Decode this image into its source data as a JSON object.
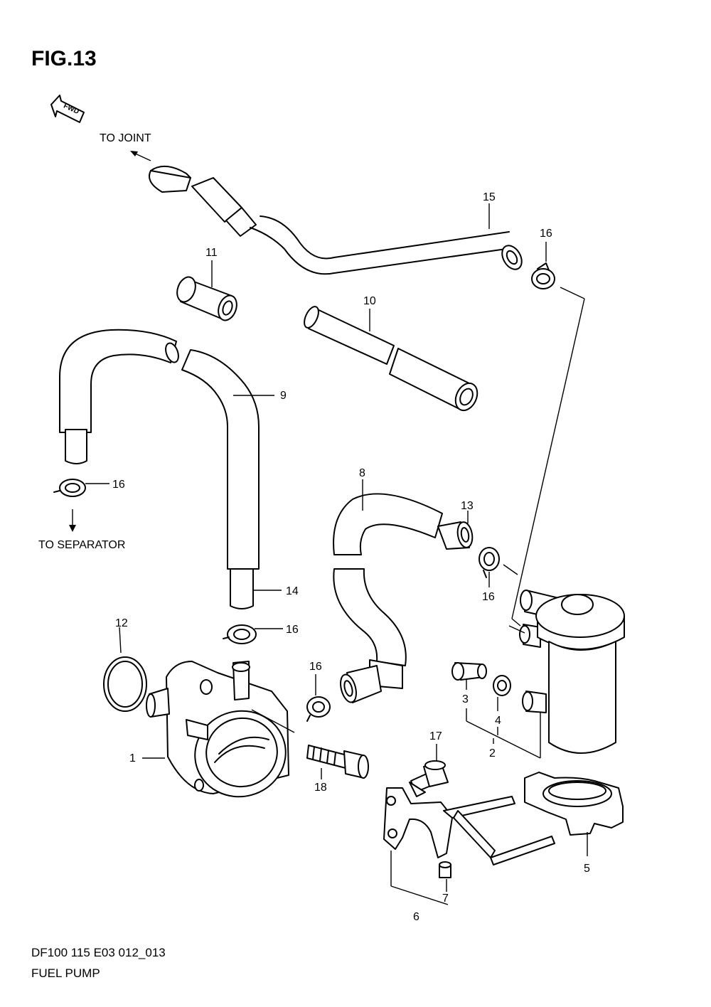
{
  "figure": {
    "number": "FIG.13",
    "fwd": "FWD"
  },
  "notes": {
    "to_joint": "TO JOINT",
    "to_separator": "TO SEPARATOR"
  },
  "footer": {
    "code": "DF100 115 E03 012_013",
    "title": "FUEL PUMP"
  },
  "callouts": {
    "c1": "1",
    "c2": "2",
    "c3": "3",
    "c4": "4",
    "c5": "5",
    "c6": "6",
    "c7": "7",
    "c8": "8",
    "c9": "9",
    "c10": "10",
    "c11": "11",
    "c12": "12",
    "c13": "13",
    "c14": "14",
    "c15": "15",
    "c16a": "16",
    "c16b": "16",
    "c16c": "16",
    "c16d": "16",
    "c16e": "16",
    "c17": "17",
    "c18": "18"
  }
}
